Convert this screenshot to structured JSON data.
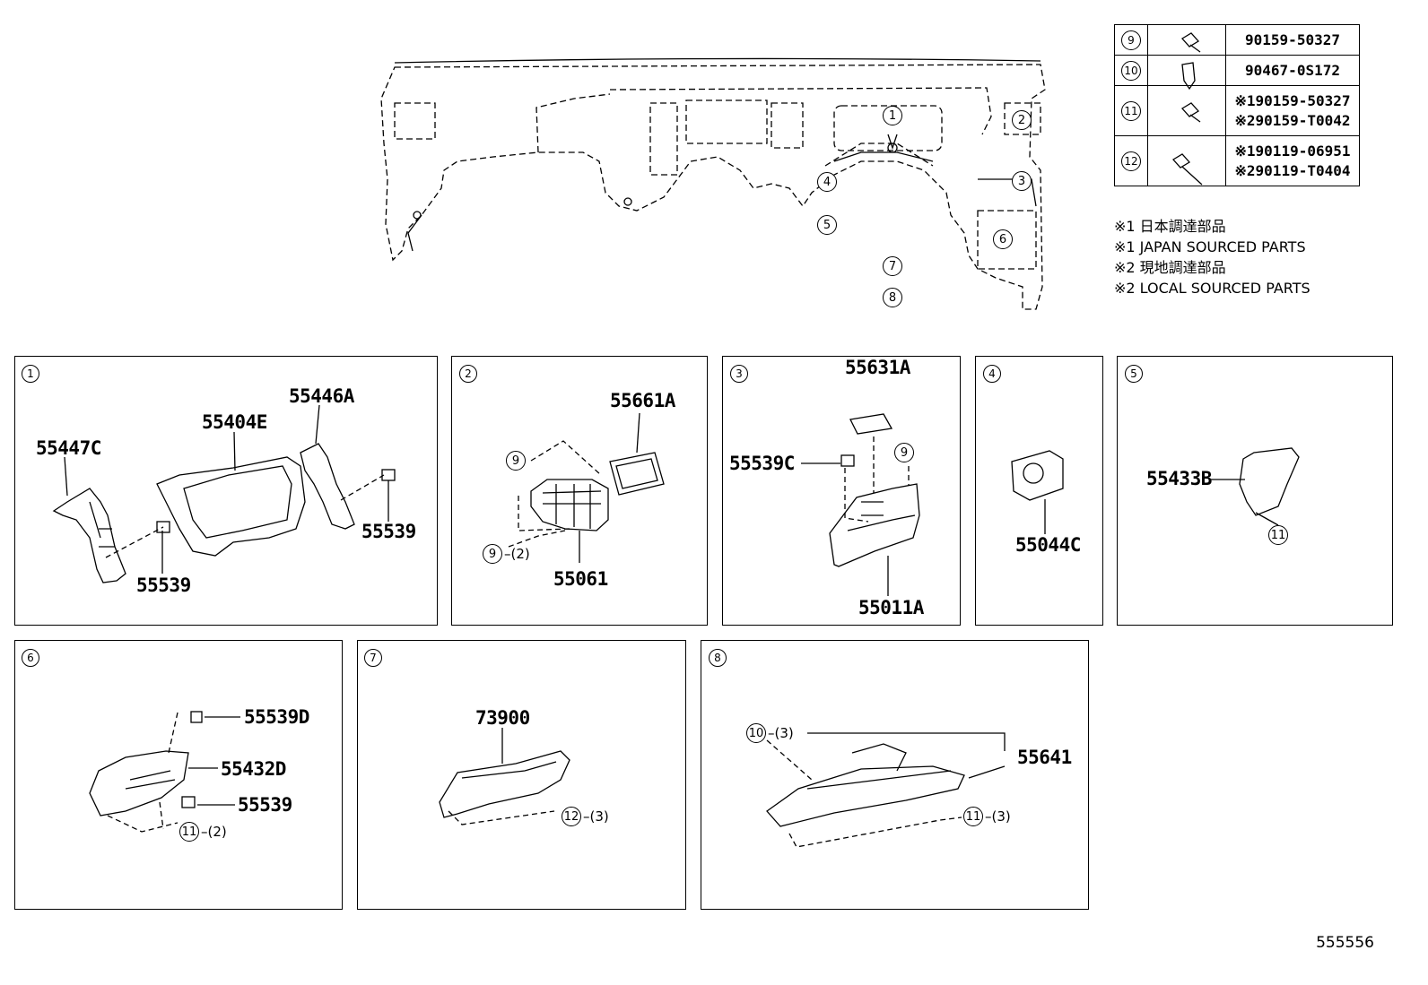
{
  "fasteners": [
    {
      "ref": "9",
      "icon": "bolt-icon",
      "parts": [
        "90159-50327"
      ]
    },
    {
      "ref": "10",
      "icon": "clip-icon",
      "parts": [
        "90467-0S172"
      ]
    },
    {
      "ref": "11",
      "icon": "bolt-icon",
      "parts": [
        "※190159-50327",
        "※290159-T0042"
      ]
    },
    {
      "ref": "12",
      "icon": "long-bolt-icon",
      "parts": [
        "※190119-06951",
        "※290119-T0404"
      ]
    }
  ],
  "notes": [
    "※1 日本調達部品",
    "※1 JAPAN SOURCED PARTS",
    "※2 現地調達部品",
    "※2 LOCAL SOURCED PARTS"
  ],
  "overview_markers": [
    "1",
    "2",
    "3",
    "4",
    "5",
    "6",
    "7",
    "8"
  ],
  "panels": [
    {
      "ref": "1",
      "labels": [
        "55447C",
        "55404E",
        "55446A",
        "55539",
        "55539"
      ]
    },
    {
      "ref": "2",
      "labels": [
        "55661A",
        "55061"
      ],
      "callouts": [
        {
          "ref": "9",
          "qty": ""
        },
        {
          "ref": "9",
          "qty": "(2)"
        }
      ]
    },
    {
      "ref": "3",
      "labels": [
        "55631A",
        "55539C",
        "55011A"
      ],
      "callouts": [
        {
          "ref": "9",
          "qty": ""
        }
      ]
    },
    {
      "ref": "4",
      "labels": [
        "55044C"
      ]
    },
    {
      "ref": "5",
      "labels": [
        "55433B"
      ],
      "callouts": [
        {
          "ref": "11",
          "qty": ""
        }
      ]
    },
    {
      "ref": "6",
      "labels": [
        "55539D",
        "55432D",
        "55539"
      ],
      "callouts": [
        {
          "ref": "11",
          "qty": "(2)"
        }
      ]
    },
    {
      "ref": "7",
      "labels": [
        "73900"
      ],
      "callouts": [
        {
          "ref": "12",
          "qty": "(3)"
        }
      ]
    },
    {
      "ref": "8",
      "labels": [
        "55641"
      ],
      "callouts": [
        {
          "ref": "10",
          "qty": "(3)"
        },
        {
          "ref": "11",
          "qty": "(3)"
        }
      ]
    }
  ],
  "diagram_id": "555556"
}
